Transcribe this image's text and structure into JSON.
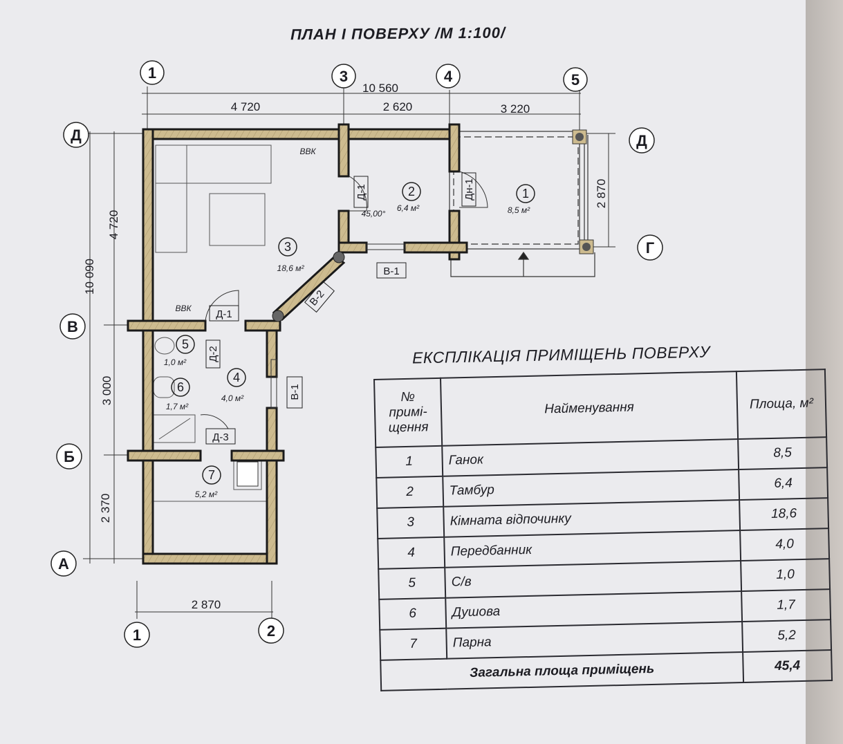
{
  "title": "ПЛАН І ПОВЕРХУ /М 1:100/",
  "axes": {
    "top": [
      "1",
      "3",
      "4",
      "5"
    ],
    "bottom": [
      "1",
      "2"
    ],
    "left": [
      "Д",
      "В",
      "Б",
      "А"
    ],
    "right": [
      "Д",
      "Г"
    ]
  },
  "dimensions": {
    "total_width": "10 560",
    "seg1": "4 720",
    "seg2": "2 620",
    "seg3": "3 220",
    "porch_depth": "2 870",
    "total_height": "10 090",
    "left1": "4 720",
    "left2": "3 000",
    "left3": "2 370",
    "bottom": "2 870"
  },
  "rooms": [
    {
      "num": "1",
      "area": "8,5 м²"
    },
    {
      "num": "2",
      "area": "6,4 м²"
    },
    {
      "num": "3",
      "area": "18,6 м²"
    },
    {
      "num": "4",
      "area": "4,0 м²"
    },
    {
      "num": "5",
      "area": "1,0 м²"
    },
    {
      "num": "6",
      "area": "1,7 м²"
    },
    {
      "num": "7",
      "area": "5,2 м²"
    }
  ],
  "marks": {
    "d1": "Д-1",
    "d2": "Д-2",
    "d3": "Д-3",
    "dn1": "Дн-1",
    "w1": "В-1",
    "w2": "В-2",
    "vvk": "ВВК",
    "angle": "45,00°"
  },
  "table": {
    "title": "ЕКСПЛІКАЦІЯ ПРИМІЩЕНЬ ПОВЕРХУ",
    "headers": [
      "№ примі-щення",
      "Найменування",
      "Площа, м²"
    ],
    "rows": [
      {
        "no": "1",
        "name": "Ганок",
        "area": "8,5"
      },
      {
        "no": "2",
        "name": "Тамбур",
        "area": "6,4"
      },
      {
        "no": "3",
        "name": "Кімната відпочинку",
        "area": "18,6"
      },
      {
        "no": "4",
        "name": "Передбанник",
        "area": "4,0"
      },
      {
        "no": "5",
        "name": "С/в",
        "area": "1,0"
      },
      {
        "no": "6",
        "name": "Душова",
        "area": "1,7"
      },
      {
        "no": "7",
        "name": "Парна",
        "area": "5,2"
      }
    ],
    "total_label": "Загальна площа приміщень",
    "total_value": "45,4"
  }
}
